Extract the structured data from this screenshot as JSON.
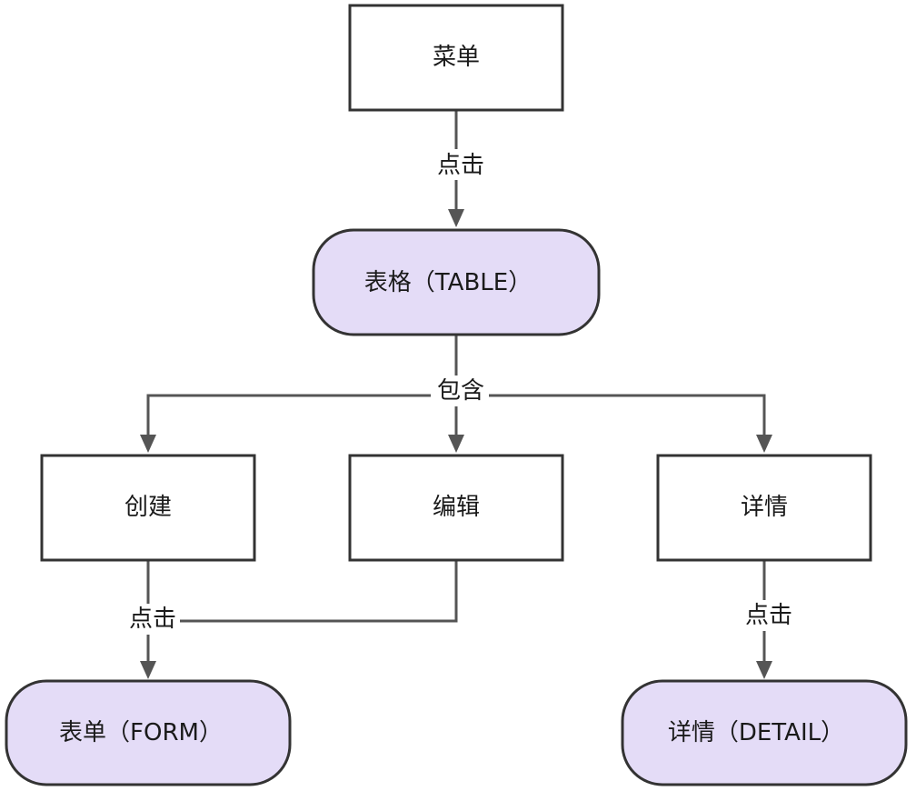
{
  "nodes": {
    "menu": "菜单",
    "table": "表格（TABLE）",
    "create": "创建",
    "edit": "编辑",
    "detail": "详情",
    "form": "表单（FORM）",
    "detail_page": "详情（DETAIL）"
  },
  "edges": {
    "menu_to_table": "点击",
    "table_contains": "包含",
    "create_edit_to_form": "点击",
    "detail_to_detail_page": "点击"
  },
  "colors": {
    "process_fill": "#e4dcf7",
    "stroke": "#333333",
    "edge": "#555555"
  }
}
